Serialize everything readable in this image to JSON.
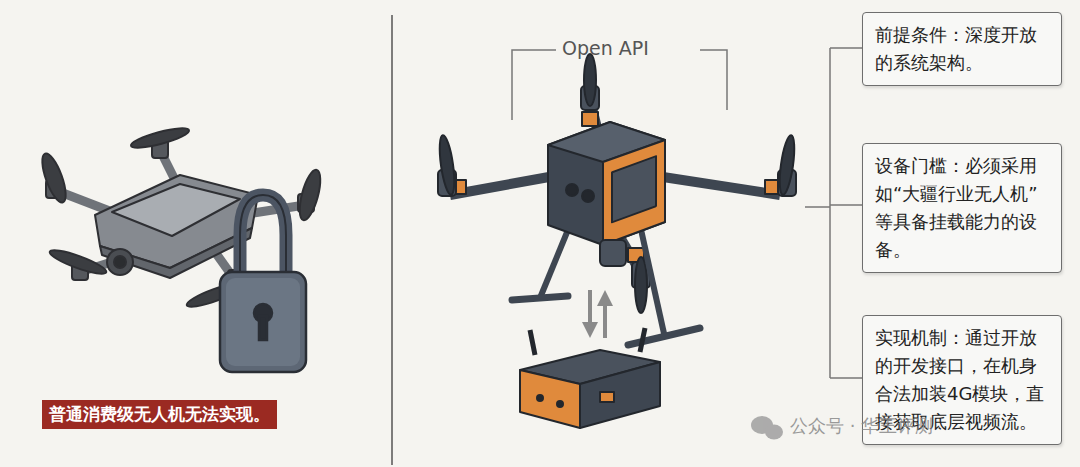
{
  "diagram": {
    "nodes": [
      {
        "text": [
          "普通消费级无人机无法实现。"
        ]
      },
      {
        "text": [
          "前提条件：深度开放的系统架构。"
        ]
      },
      {
        "text": [
          "设备门槛：必须采用如“大疆行业无人机”等具备挂载能力的设备。"
        ]
      },
      {
        "text": [
          "实现机制：通过开放的开发接口，在机身合法加装4G模块，直接获取底层视频流。"
        ]
      }
    ],
    "labels": [
      "Open API",
      "公众号 · 华王评测"
    ]
  }
}
